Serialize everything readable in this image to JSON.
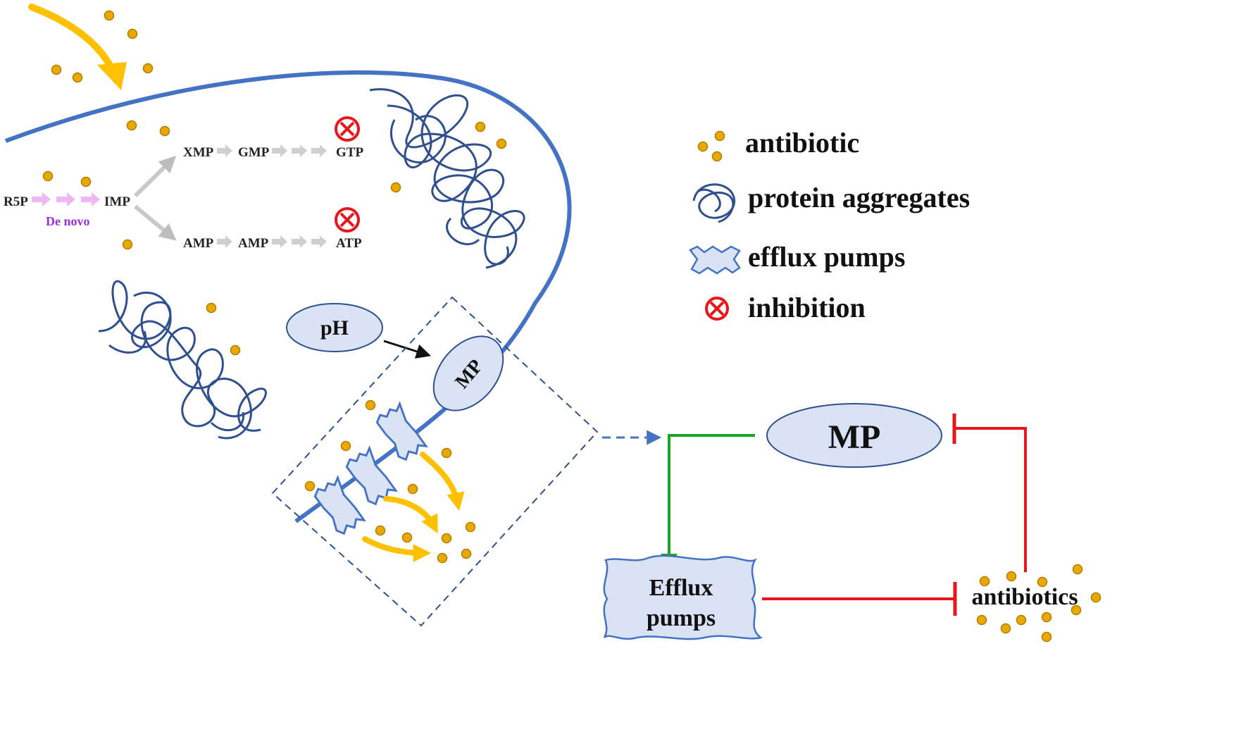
{
  "pathway": {
    "r5p": "R5P",
    "imp": "IMP",
    "de_novo": "De novo",
    "top_row": [
      "XMP",
      "GMP",
      "GTP"
    ],
    "bottom_row": [
      "AMP",
      "AMP",
      "ATP"
    ]
  },
  "cell": {
    "ph_label": "pH",
    "mp_label": "MP"
  },
  "legend": {
    "antibiotic": "antibiotic",
    "protein_aggregates": "protein aggregates",
    "efflux_pumps": "efflux pumps",
    "inhibition": "inhibition"
  },
  "feedback": {
    "mp": "MP",
    "efflux_line1": "Efflux",
    "efflux_line2": "pumps",
    "antibiotics": "antibiotics"
  },
  "colors": {
    "membrane": "#4472c4",
    "aggregate": "#2f4f8f",
    "antibiotic_dot": "#e8a800",
    "flow_arrow": "#ffc000",
    "ellipse_fill": "#dae3f3",
    "activation": "#17a52b",
    "inhibition": "#e8161b",
    "de_novo": "#9b30d9"
  }
}
